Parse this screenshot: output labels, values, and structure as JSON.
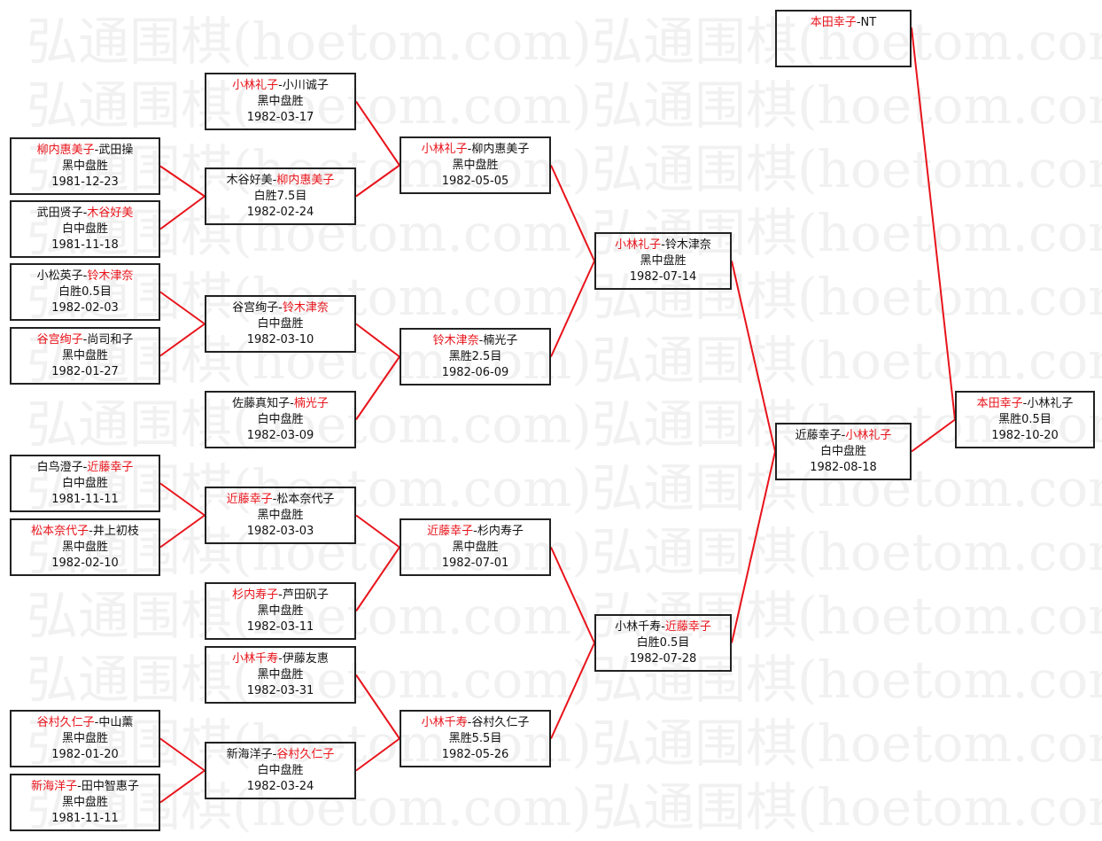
{
  "watermark": "弘通围棋(hoetom.com)",
  "colors": {
    "winner": "#e8141b",
    "line": "#e8141b",
    "border": "#222222"
  },
  "matches": [
    {
      "p1": "柳内惠美子",
      "p2": "武田操",
      "win": 1,
      "result": "黑中盘胜",
      "date": "1981-12-23"
    },
    {
      "p1": "武田贤子",
      "p2": "木谷好美",
      "win": 2,
      "result": "白中盘胜",
      "date": "1981-11-18"
    },
    {
      "p1": "小松英子",
      "p2": "铃木津奈",
      "win": 2,
      "result": "白胜0.5目",
      "date": "1982-02-03"
    },
    {
      "p1": "谷宫绚子",
      "p2": "尚司和子",
      "win": 1,
      "result": "黑中盘胜",
      "date": "1982-01-27"
    },
    {
      "p1": "白鸟澄子",
      "p2": "近藤幸子",
      "win": 2,
      "result": "白中盘胜",
      "date": "1981-11-11"
    },
    {
      "p1": "松本奈代子",
      "p2": "井上初枝",
      "win": 1,
      "result": "黑中盘胜",
      "date": "1982-02-10"
    },
    {
      "p1": "谷村久仁子",
      "p2": "中山薰",
      "win": 1,
      "result": "黑中盘胜",
      "date": "1982-01-20"
    },
    {
      "p1": "新海洋子",
      "p2": "田中智惠子",
      "win": 1,
      "result": "黑中盘胜",
      "date": "1981-11-11"
    },
    {
      "p1": "小林礼子",
      "p2": "小川诚子",
      "win": 1,
      "result": "黑中盘胜",
      "date": "1982-03-17"
    },
    {
      "p1": "木谷好美",
      "p2": "柳内惠美子",
      "win": 2,
      "result": "白胜7.5目",
      "date": "1982-02-24"
    },
    {
      "p1": "谷宫绚子",
      "p2": "铃木津奈",
      "win": 2,
      "result": "白中盘胜",
      "date": "1982-03-10"
    },
    {
      "p1": "佐藤真知子",
      "p2": "楠光子",
      "win": 2,
      "result": "白中盘胜",
      "date": "1982-03-09"
    },
    {
      "p1": "近藤幸子",
      "p2": "松本奈代子",
      "win": 1,
      "result": "黑中盘胜",
      "date": "1982-03-03"
    },
    {
      "p1": "杉内寿子",
      "p2": "芦田矾子",
      "win": 1,
      "result": "黑中盘胜",
      "date": "1982-03-11"
    },
    {
      "p1": "小林千寿",
      "p2": "伊藤友惠",
      "win": 1,
      "result": "黑中盘胜",
      "date": "1982-03-31"
    },
    {
      "p1": "新海洋子",
      "p2": "谷村久仁子",
      "win": 2,
      "result": "白中盘胜",
      "date": "1982-03-24"
    },
    {
      "p1": "小林礼子",
      "p2": "柳内惠美子",
      "win": 1,
      "result": "黑中盘胜",
      "date": "1982-05-05"
    },
    {
      "p1": "铃木津奈",
      "p2": "楠光子",
      "win": 1,
      "result": "黑胜2.5目",
      "date": "1982-06-09"
    },
    {
      "p1": "近藤幸子",
      "p2": "杉内寿子",
      "win": 1,
      "result": "黑中盘胜",
      "date": "1982-07-01"
    },
    {
      "p1": "小林千寿",
      "p2": "谷村久仁子",
      "win": 1,
      "result": "黑胜5.5目",
      "date": "1982-05-26"
    },
    {
      "p1": "小林礼子",
      "p2": "铃木津奈",
      "win": 1,
      "result": "黑中盘胜",
      "date": "1982-07-14"
    },
    {
      "p1": "小林千寿",
      "p2": "近藤幸子",
      "win": 2,
      "result": "白胜0.5目",
      "date": "1982-07-28"
    },
    {
      "p1": "近藤幸子",
      "p2": "小林礼子",
      "win": 2,
      "result": "白中盘胜",
      "date": "1982-08-18"
    },
    {
      "p1": "本田幸子",
      "p2": "NT",
      "win": 1,
      "result": "",
      "date": ""
    },
    {
      "p1": "本田幸子",
      "p2": "小林礼子",
      "win": 1,
      "result": "黑胜0.5目",
      "date": "1982-10-20"
    }
  ]
}
